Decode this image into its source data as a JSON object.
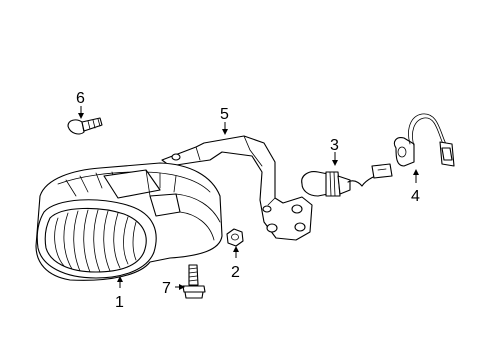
{
  "callouts": {
    "c1": "1",
    "c2": "2",
    "c3": "3",
    "c4": "4",
    "c5": "5",
    "c6": "6",
    "c7": "7"
  },
  "parts": [
    {
      "callout": "1",
      "icon": "fog-lamp-assembly-icon"
    },
    {
      "callout": "2",
      "icon": "nut-icon"
    },
    {
      "callout": "3",
      "icon": "bulb-icon"
    },
    {
      "callout": "4",
      "icon": "wiring-harness-icon"
    },
    {
      "callout": "5",
      "icon": "bracket-icon"
    },
    {
      "callout": "6",
      "icon": "screw-icon"
    },
    {
      "callout": "7",
      "icon": "bolt-icon"
    }
  ],
  "colors": {
    "line": "#000000",
    "background": "#ffffff"
  }
}
